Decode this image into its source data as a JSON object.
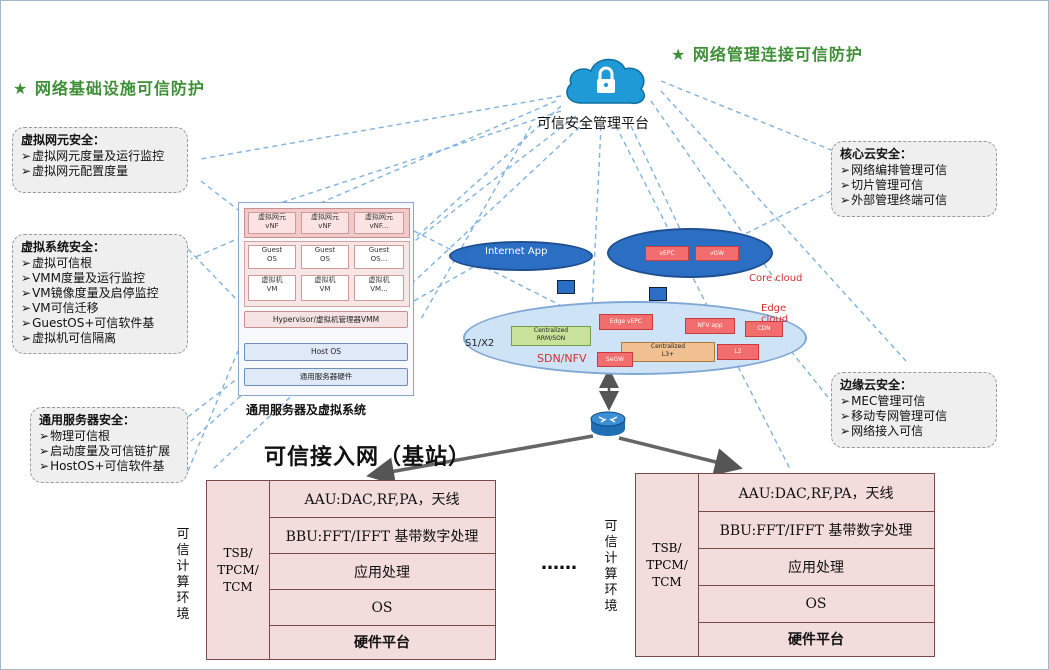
{
  "headings": {
    "left": "★ 网络基础设施可信防护",
    "right": "★ 网络管理连接可信防护"
  },
  "platform": {
    "label": "可信安全管理平台",
    "icon": "cloud-lock-icon"
  },
  "callouts": {
    "vnf": {
      "title": "虚拟网元安全：",
      "items": [
        "虚拟网元度量及运行监控",
        "虚拟网元配置度量"
      ]
    },
    "vsys": {
      "title": "虚拟系统安全：",
      "items": [
        "虚拟可信根",
        "VMM度量及运行监控",
        "VM镜像度量及启停监控",
        "VM可信迁移",
        "GuestOS+可信软件基",
        "虚拟机可信隔离"
      ]
    },
    "server": {
      "title": "通用服务器安全：",
      "items": [
        "物理可信根",
        "启动度量及可信链扩展",
        "HostOS+可信软件基"
      ]
    },
    "core": {
      "title": "核心云安全：",
      "items": [
        "网络编排管理可信",
        "切片管理可信",
        "外部管理终端可信"
      ]
    },
    "edge": {
      "title": "边缘云安全：",
      "items": [
        "MEC管理可信",
        "移动专网管理可信",
        "网络接入可信"
      ]
    }
  },
  "server_box": {
    "vnf": [
      "虚拟网元\nvNF",
      "虚拟网元\nvNF",
      "虚拟网元\nvNF..."
    ],
    "guest": [
      "Guest\nOS",
      "Guest\nOS",
      "Guest\nOS..."
    ],
    "vm": [
      "虚拟机\nVM",
      "虚拟机\nVM",
      "虚拟机\nVM..."
    ],
    "hypervisor": "Hypervisor/虚拟机管理器VMM",
    "hostos": "Host OS",
    "hardware": "通用服务器硬件",
    "caption": "通用服务器及虚拟系统"
  },
  "network": {
    "internet_app": "Internet App",
    "core_cloud": "Core cloud",
    "edge_cloud": "Edge cloud",
    "vepc": "vEPC",
    "vgw": "vGW",
    "edge_vepc": "Edge vEPC",
    "nfv_app": "NFV app",
    "cdn": "CDN",
    "centralized_rrm": "Centralized\nRRM/SON",
    "centralized_l3": "Centralized\nL3+",
    "l2": "L2",
    "segw": "SeGW",
    "s1x2": "S1/X2",
    "sdn_nfv": "SDN/NFV"
  },
  "access_title": "可信接入网（基站）",
  "env_label": "可信计算环境",
  "ellipsis": "……",
  "stacks": [
    {
      "side": "TSB/\nTPCM/\nTCM",
      "rows": [
        "AAU:DAC,RF,PA，天线",
        "BBU:FFT/IFFT 基带数字处理",
        "应用处理",
        "OS",
        "硬件平台"
      ]
    },
    {
      "side": "TSB/\nTPCM/\nTCM",
      "rows": [
        "AAU:DAC,RF,PA，天线",
        "BBU:FFT/IFFT 基带数字处理",
        "应用处理",
        "OS",
        "硬件平台"
      ]
    }
  ],
  "colors": {
    "heading": "#3f8f38",
    "cloud": "#1f9ad6",
    "stack_fill": "#f3dcdc",
    "stack_border": "#7a4a4a",
    "nfv_red": "#f26d6d",
    "dashed_line": "#7fb3e0"
  }
}
